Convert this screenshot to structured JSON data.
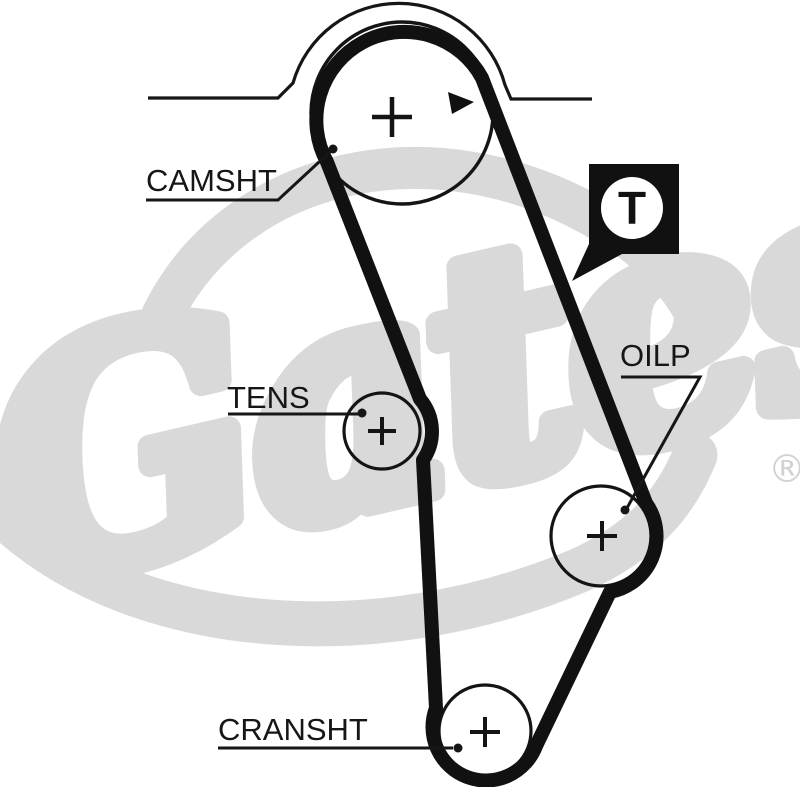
{
  "diagram": {
    "pulleys": [
      {
        "id": "camshaft",
        "label": "CAMSHT"
      },
      {
        "id": "tensioner",
        "label": "TENS"
      },
      {
        "id": "oil_pump",
        "label": "OILP"
      },
      {
        "id": "crankshaft",
        "label": "CRANSHT"
      }
    ],
    "badge": {
      "letter": "T"
    },
    "watermark": {
      "brand": "Gates",
      "registered_mark": "®"
    },
    "colors": {
      "ink": "#161616",
      "belt": "#111111",
      "watermark": "#d9d9d9",
      "background": "#ffffff"
    }
  }
}
